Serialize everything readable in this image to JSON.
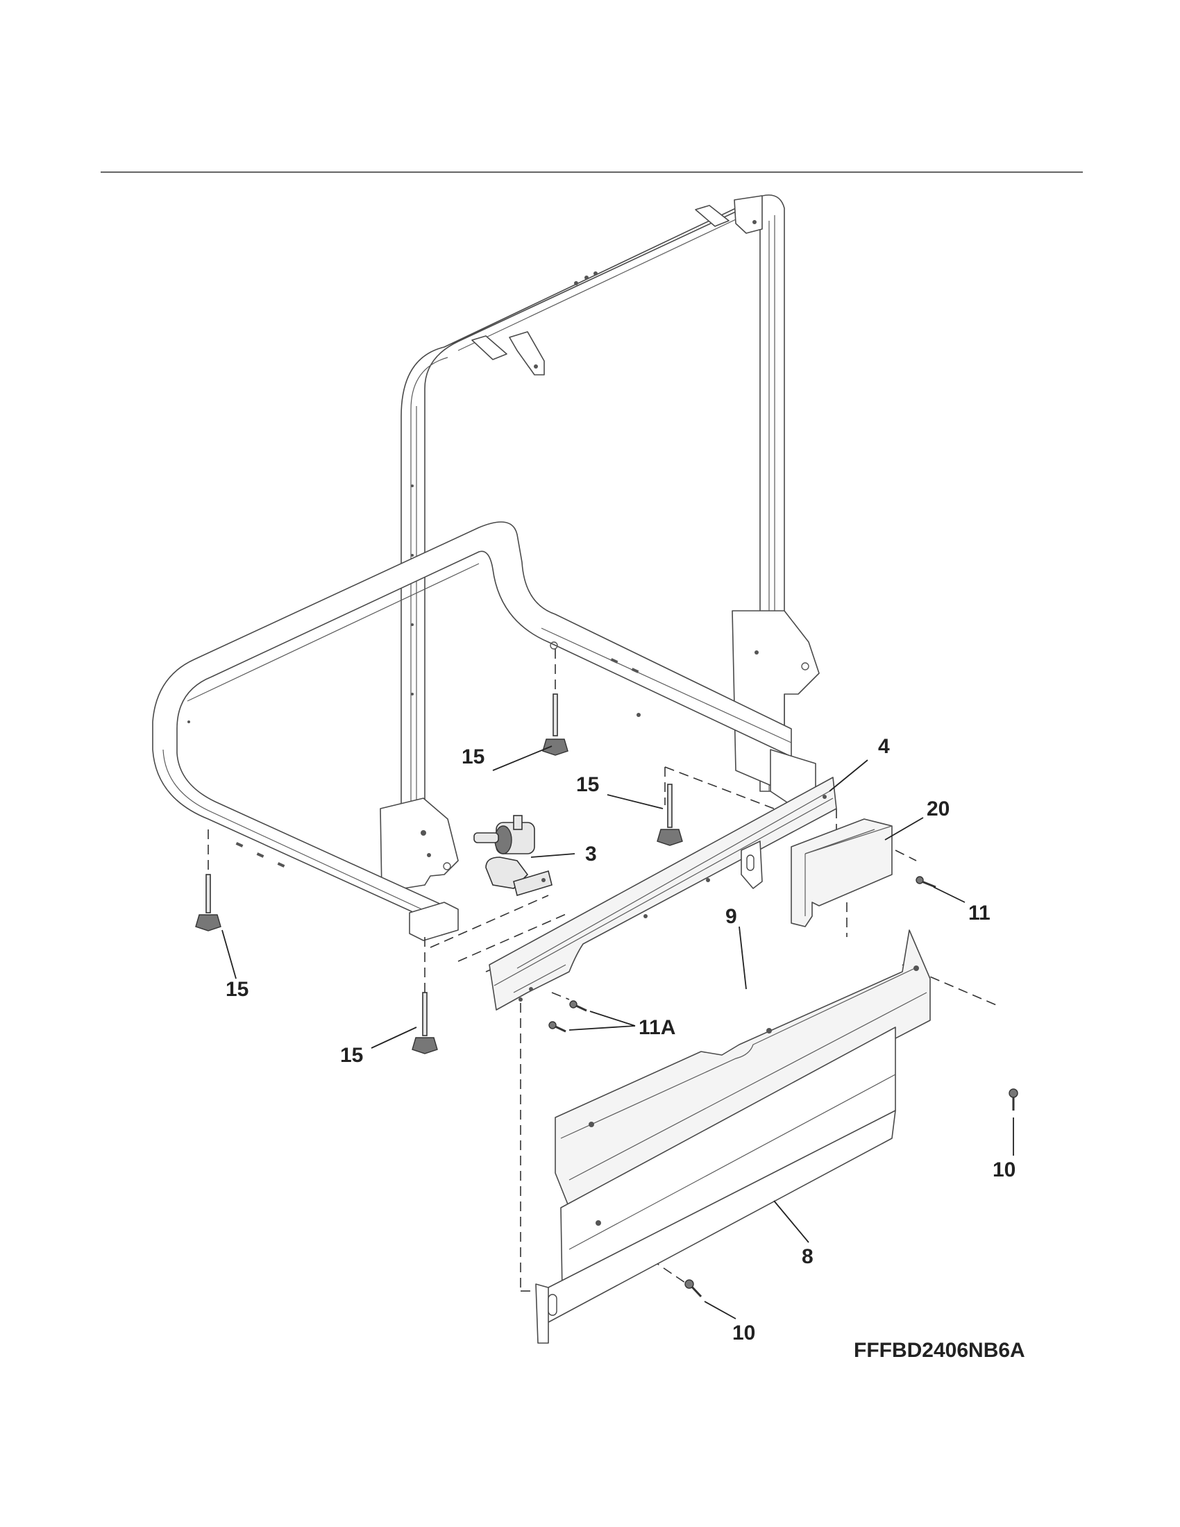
{
  "callouts": [
    {
      "id": "c-15-a",
      "text": "15"
    },
    {
      "id": "c-15-b",
      "text": "15"
    },
    {
      "id": "c-15-c",
      "text": "15"
    },
    {
      "id": "c-15-d",
      "text": "15"
    },
    {
      "id": "c-4",
      "text": "4"
    },
    {
      "id": "c-3",
      "text": "3"
    },
    {
      "id": "c-20",
      "text": "20"
    },
    {
      "id": "c-11",
      "text": "11"
    },
    {
      "id": "c-9",
      "text": "9"
    },
    {
      "id": "c-11a",
      "text": "11A"
    },
    {
      "id": "c-10-a",
      "text": "10"
    },
    {
      "id": "c-8",
      "text": "8"
    },
    {
      "id": "c-10-b",
      "text": "10"
    }
  ],
  "model_code": "FFFBD2406NB6A"
}
